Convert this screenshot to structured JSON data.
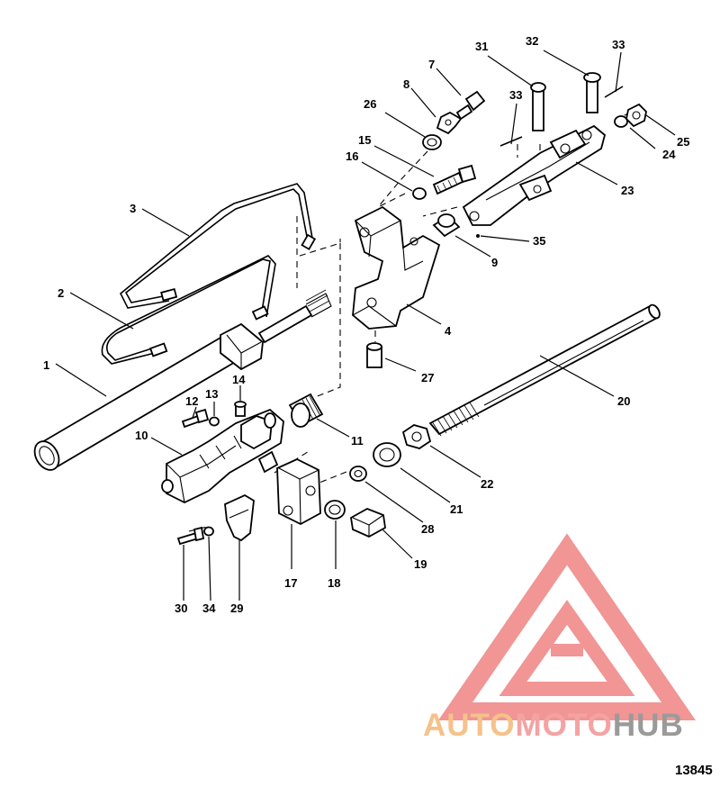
{
  "diagram": {
    "serial_number": "13845",
    "watermark": {
      "text_part1": "AUTO",
      "text_part2": "MOTO",
      "text_part3": "HUB",
      "color_orange": "#f5c28a",
      "color_pink": "#f4a3a3",
      "color_gray": "#9a9a9a",
      "triangle_color": "#f08a8a"
    },
    "callouts": [
      {
        "id": "c1",
        "label": "1"
      },
      {
        "id": "c2",
        "label": "2"
      },
      {
        "id": "c3",
        "label": "3"
      },
      {
        "id": "c4",
        "label": "4"
      },
      {
        "id": "c7",
        "label": "7"
      },
      {
        "id": "c8",
        "label": "8"
      },
      {
        "id": "c9",
        "label": "9"
      },
      {
        "id": "c10",
        "label": "10"
      },
      {
        "id": "c11",
        "label": "11"
      },
      {
        "id": "c12",
        "label": "12"
      },
      {
        "id": "c13",
        "label": "13"
      },
      {
        "id": "c14",
        "label": "14"
      },
      {
        "id": "c15",
        "label": "15"
      },
      {
        "id": "c16",
        "label": "16"
      },
      {
        "id": "c17",
        "label": "17"
      },
      {
        "id": "c18",
        "label": "18"
      },
      {
        "id": "c19",
        "label": "19"
      },
      {
        "id": "c20",
        "label": "20"
      },
      {
        "id": "c21",
        "label": "21"
      },
      {
        "id": "c22",
        "label": "22"
      },
      {
        "id": "c23",
        "label": "23"
      },
      {
        "id": "c24",
        "label": "24"
      },
      {
        "id": "c25",
        "label": "25"
      },
      {
        "id": "c26",
        "label": "26"
      },
      {
        "id": "c27",
        "label": "27"
      },
      {
        "id": "c28",
        "label": "28"
      },
      {
        "id": "c29",
        "label": "29"
      },
      {
        "id": "c30",
        "label": "30"
      },
      {
        "id": "c31",
        "label": "31"
      },
      {
        "id": "c32",
        "label": "32"
      },
      {
        "id": "c33a",
        "label": "33"
      },
      {
        "id": "c33b",
        "label": "33"
      },
      {
        "id": "c34",
        "label": "34"
      },
      {
        "id": "c35",
        "label": "35"
      }
    ]
  }
}
